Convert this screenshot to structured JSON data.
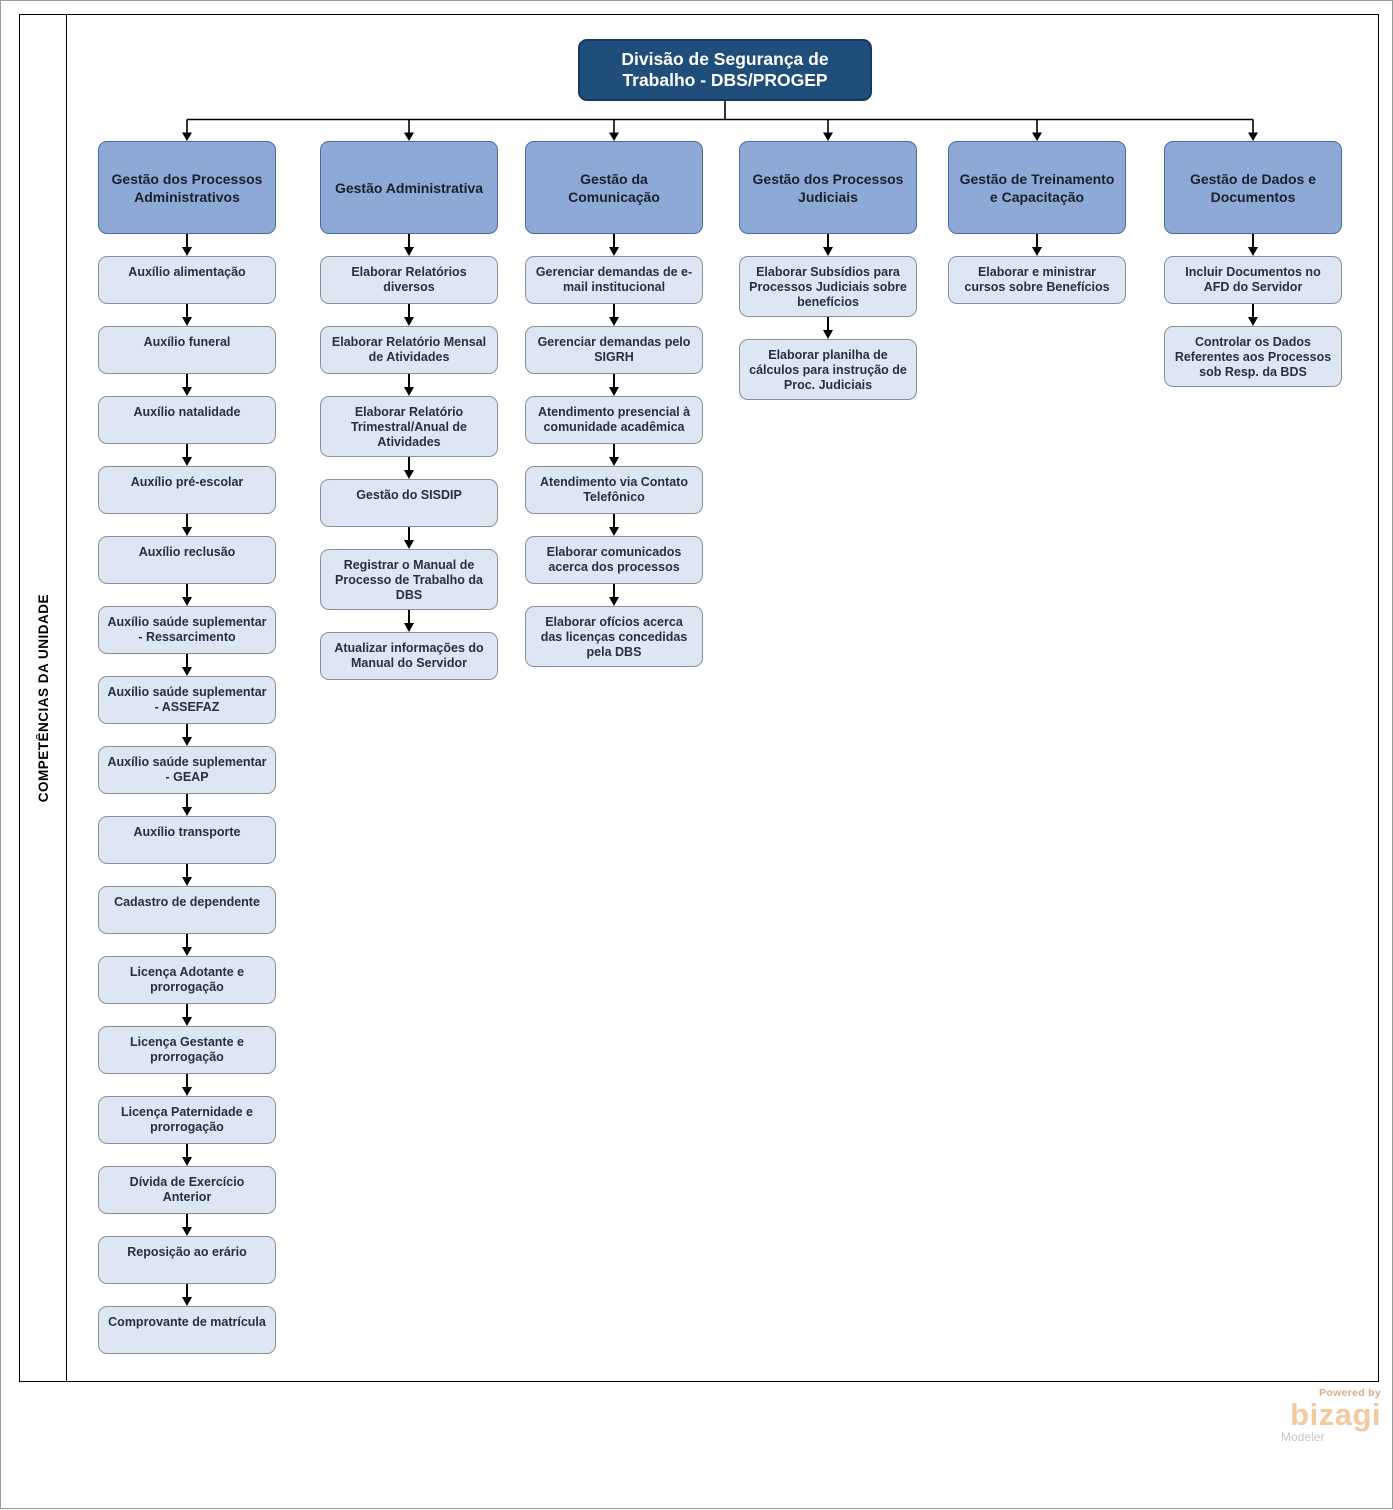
{
  "lane_label": "COMPETÊNCIAS DA UNIDADE",
  "root": {
    "title": "Divisão de Segurança de Trabalho - DBS/PROGEP"
  },
  "columns": [
    {
      "header": "Gestão dos Processos Administrativos",
      "items": [
        "Auxílio alimentação",
        "Auxílio funeral",
        "Auxílio natalidade",
        "Auxílio pré-escolar",
        "Auxílio reclusão",
        "Auxílio saúde suplementar - Ressarcimento",
        "Auxílio saúde suplementar - ASSEFAZ",
        "Auxílio saúde suplementar - GEAP",
        "Auxílio transporte",
        "Cadastro de dependente",
        "Licença Adotante e prorrogação",
        "Licença Gestante e prorrogação",
        "Licença Paternidade e prorrogação",
        "Dívida de Exercício Anterior",
        "Reposição ao erário",
        "Comprovante de matrícula"
      ]
    },
    {
      "header": "Gestão Administrativa",
      "items": [
        "Elaborar Relatórios diversos",
        "Elaborar Relatório Mensal de Atividades",
        "Elaborar Relatório Trimestral/Anual de Atividades",
        "Gestão do SISDIP",
        "Registrar o Manual de Processo de Trabalho da DBS",
        "Atualizar informações do Manual do Servidor"
      ]
    },
    {
      "header": "Gestão da Comunicação",
      "items": [
        "Gerenciar demandas de e-mail institucional",
        "Gerenciar demandas pelo SIGRH",
        "Atendimento presencial à comunidade acadêmica",
        "Atendimento via Contato Telefônico",
        "Elaborar comunicados acerca dos processos",
        "Elaborar ofícios acerca das licenças concedidas pela DBS"
      ]
    },
    {
      "header": "Gestão dos Processos Judiciais",
      "items": [
        "Elaborar Subsídios para Processos Judiciais sobre benefícios",
        "Elaborar planilha de cálculos para instrução de Proc. Judiciais"
      ]
    },
    {
      "header": "Gestão de Treinamento e Capacitação",
      "items": [
        "Elaborar e ministrar cursos sobre Benefícios"
      ]
    },
    {
      "header": "Gestão de Dados e Documentos",
      "items": [
        "Incluir Documentos no AFD do Servidor",
        "Controlar os Dados Referentes aos Processos sob Resp. da BDS"
      ]
    }
  ],
  "branding": {
    "powered_by": "Powered by",
    "brand": "bizagi",
    "product": "Modeler"
  },
  "colors": {
    "root_fill": "#1E4E79",
    "root_border": "#17395E",
    "header_fill": "#8FA9D6",
    "header_border": "#4A6B9D",
    "item_fill": "#DDE7F3",
    "item_border": "#87929D",
    "connector": "#000000",
    "brand_peach": "#F4C9A1"
  }
}
